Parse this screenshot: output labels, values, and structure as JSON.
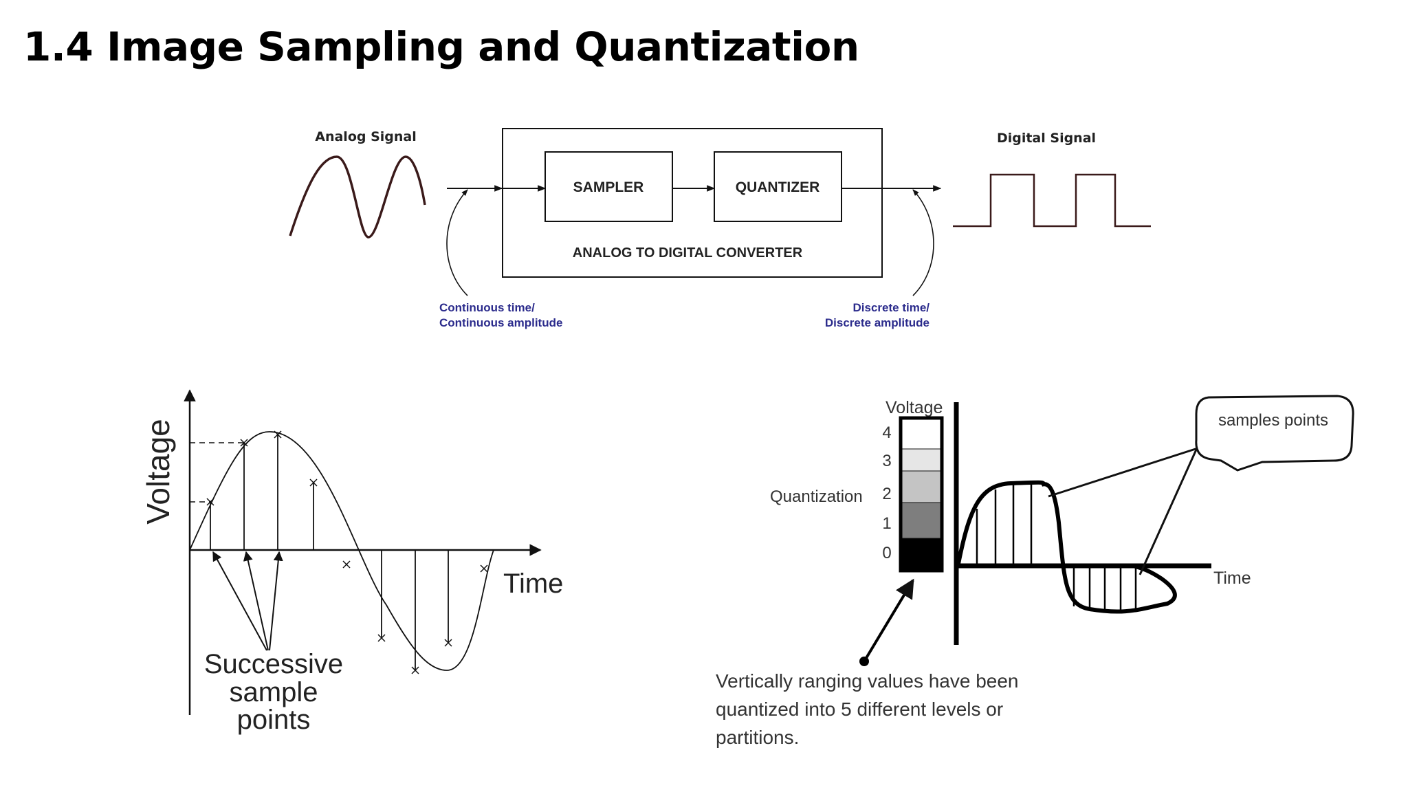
{
  "slide": {
    "title": "1.4 Image Sampling and Quantization"
  },
  "adc_diagram": {
    "analog_label": "Analog Signal",
    "digital_label": "Digital Signal",
    "sampler_label": "SAMPLER",
    "quantizer_label": "QUANTIZER",
    "converter_label": "ANALOG TO DIGITAL CONVERTER",
    "continuous_line1": "Continuous time/",
    "continuous_line2": "Continuous amplitude",
    "discrete_line1": "Discrete time/",
    "discrete_line2": "Discrete amplitude",
    "colors": {
      "signal": "#3a1a1a",
      "annotation": "#2b2b8c"
    }
  },
  "sampling_plot": {
    "ylabel": "Voltage",
    "xlabel": "Time",
    "caption_line1": "Successive",
    "caption_line2": "sample",
    "caption_line3": "points"
  },
  "quantization_plot": {
    "voltage_label": "Voltage",
    "level_labels": [
      "4",
      "3",
      "2",
      "1",
      "0"
    ],
    "level_colors": [
      "#ffffff",
      "#e6e6e6",
      "#c4c4c4",
      "#7e7e7e",
      "#000000"
    ],
    "side_label": "Quantization",
    "time_label": "Time",
    "callout_label": "samples points",
    "caption_line1": "Vertically ranging values have been",
    "caption_line2": "quantized into 5 different levels or",
    "caption_line3": "partitions."
  }
}
